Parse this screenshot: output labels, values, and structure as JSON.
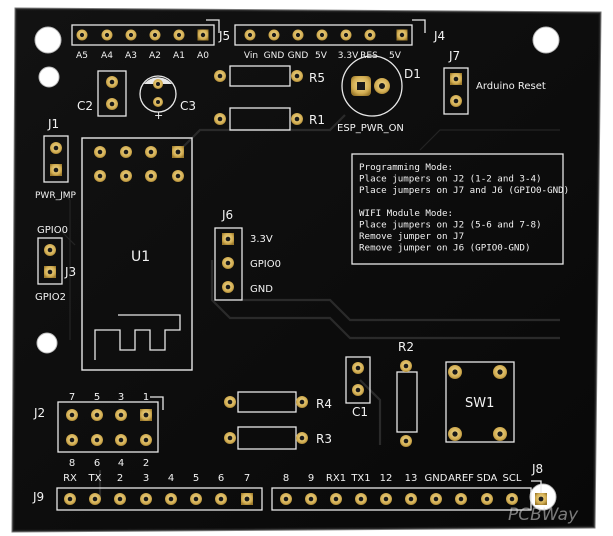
{
  "labels": {
    "J5": "J5",
    "J4": "J4",
    "J7": "J7",
    "J1": "J1",
    "J6": "J6",
    "J3": "J3",
    "J2": "J2",
    "J9": "J9",
    "J8": "J8",
    "D1": "D1",
    "C2": "C2",
    "C3": "C3",
    "R5": "R5",
    "R1": "R1",
    "R2": "R2",
    "R4": "R4",
    "R3": "R3",
    "C1": "C1",
    "U1": "U1",
    "SW1": "SW1",
    "PWR_JMP": "PWR_JMP",
    "GPIO0_top": "GPIO0",
    "GPIO2": "GPIO2",
    "ESP_PWR_ON": "ESP_PWR_ON",
    "Arduino_Reset": "Arduino Reset",
    "j6_3v3": "3.3V",
    "j6_gpio0": "GPIO0",
    "j6_gnd": "GND",
    "c3_plus": "+"
  },
  "j5_pins": [
    "A5",
    "A4",
    "A3",
    "A2",
    "A1",
    "A0"
  ],
  "j4_pins": [
    "Vin",
    "GND",
    "GND",
    "5V",
    "3.3V",
    "RES",
    "5V"
  ],
  "j2_top": [
    "7",
    "5",
    "3",
    "1"
  ],
  "j2_bottom": [
    "8",
    "6",
    "4",
    "2"
  ],
  "j9_pins": [
    "RX",
    "TX",
    "2",
    "3",
    "4",
    "5",
    "6",
    "7"
  ],
  "j8_pins": [
    "8",
    "9",
    "RX1",
    "TX1",
    "12",
    "13",
    "GND",
    "AREF",
    "SDA",
    "SCL"
  ],
  "notes": [
    "Programming Mode:",
    "Place jumpers on J2 (1-2 and 3-4)",
    "Place jumpers on J7 and J6 (GPIO0-GND)",
    "",
    "WIFI Module Mode:",
    "Place jumpers on J2 (5-6 and 7-8)",
    "Remove jumper on J7",
    "Remove jumper on J6 (GPIO0-GND)"
  ],
  "watermark": "PCBWay",
  "colors": {
    "board": "#0e0e0e",
    "silkscreen": "#f2f2f2",
    "copper": "#d3b15a",
    "background": "#ffffff"
  }
}
